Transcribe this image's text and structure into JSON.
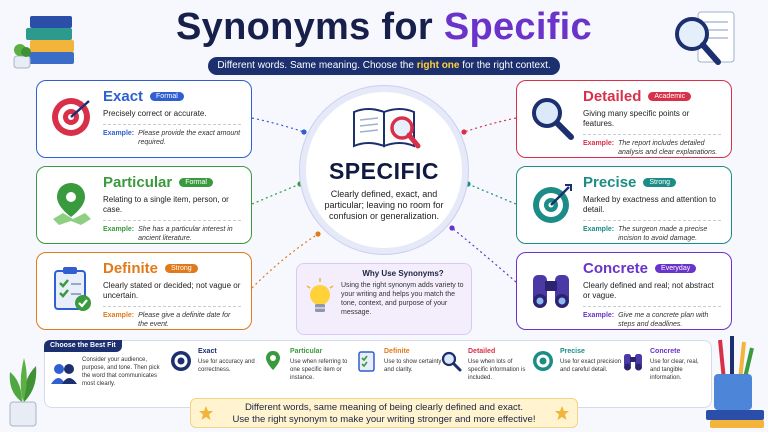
{
  "title": {
    "part1": "Synonyms for",
    "part2": "Specific"
  },
  "subtitle": {
    "before": "Different words. Same meaning. Choose the",
    "highlight": "right one",
    "after": "for the right context."
  },
  "center": {
    "word": "SPECIFIC",
    "definition": "Clearly defined, exact, and particular; leaving no room for confusion or generalization."
  },
  "cards": {
    "exact": {
      "word": "Exact",
      "tag": "Formal",
      "def": "Precisely correct or accurate.",
      "ex_label": "Example:",
      "ex": "Please provide the exact amount required."
    },
    "particular": {
      "word": "Particular",
      "tag": "Formal",
      "def": "Relating to a single item, person, or case.",
      "ex_label": "Example:",
      "ex": "She has a particular interest in ancient literature."
    },
    "definite": {
      "word": "Definite",
      "tag": "Strong",
      "def": "Clearly stated or decided; not vague or uncertain.",
      "ex_label": "Example:",
      "ex": "Please give a definite date for the event."
    },
    "detailed": {
      "word": "Detailed",
      "tag": "Academic",
      "def": "Giving many specific points or features.",
      "ex_label": "Example:",
      "ex": "The report includes detailed analysis and clear explanations."
    },
    "precise": {
      "word": "Precise",
      "tag": "Strong",
      "def": "Marked by exactness and attention to detail.",
      "ex_label": "Example:",
      "ex": "The surgeon made a precise incision to avoid damage."
    },
    "concrete": {
      "word": "Concrete",
      "tag": "Everyday",
      "def": "Clearly defined and real; not abstract or vague.",
      "ex_label": "Example:",
      "ex": "Give me a concrete plan with steps and deadlines."
    }
  },
  "why": {
    "title": "Why Use Synonyms?",
    "text": "Using the right synonym adds variety to your writing and helps you match the tone, context, and purpose of your message."
  },
  "fit": {
    "title": "Choose the Best Fit",
    "desc": "Consider your audience, purpose, and tone. Then pick the word that communicates most clearly.",
    "items": [
      {
        "word": "Exact",
        "desc": "Use for accuracy and correctness."
      },
      {
        "word": "Particular",
        "desc": "Use when referring to one specific item or instance."
      },
      {
        "word": "Definite",
        "desc": "Use to show certainty and clarity."
      },
      {
        "word": "Detailed",
        "desc": "Use when lots of specific information is included."
      },
      {
        "word": "Precise",
        "desc": "Use for exact precision and careful detail."
      },
      {
        "word": "Concrete",
        "desc": "Use for clear, real, and tangible information."
      }
    ]
  },
  "banner": {
    "line1": "Different words, same meaning of being clearly defined and exact.",
    "line2": "Use the right synonym to make your writing stronger and more effective!"
  },
  "colors": {
    "blue": "#2f5fd0",
    "green": "#3a9a3e",
    "orange": "#e07a1b",
    "red": "#d9304a",
    "teal": "#1b8d86",
    "purple": "#6a33c9",
    "navy": "#1c2f6e"
  }
}
